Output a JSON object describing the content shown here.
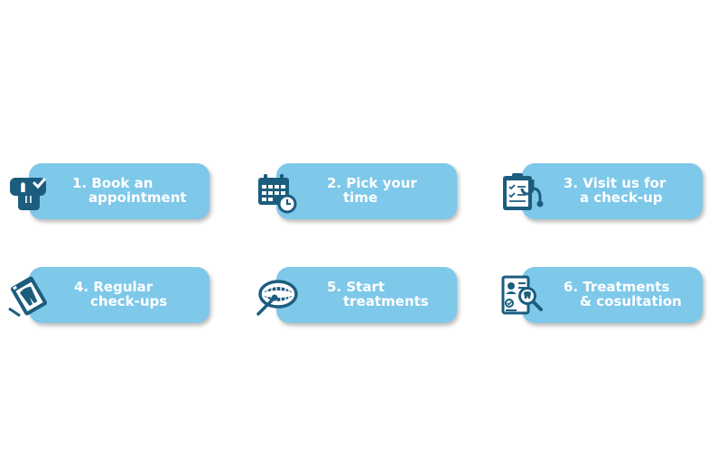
{
  "colors": {
    "pill": "#7ec8ea",
    "icon": "#1c5d7e",
    "text": "#ffffff"
  },
  "steps": [
    {
      "line1": "1. Book an",
      "line2": "appointment",
      "icon": "hand-tap-icon"
    },
    {
      "line1": "2. Pick your",
      "line2": "time",
      "icon": "calendar-clock-icon"
    },
    {
      "line1": "3. Visit us for",
      "line2": "a check-up",
      "icon": "clipboard-stethoscope-icon"
    },
    {
      "line1": "4. Regular",
      "line2": "check-ups",
      "icon": "dental-xray-icon"
    },
    {
      "line1": "5. Start",
      "line2": "treatments",
      "icon": "mouth-mirror-icon"
    },
    {
      "line1": "6. Treatments",
      "line2": "& cosultation",
      "icon": "report-magnifier-icon"
    }
  ]
}
